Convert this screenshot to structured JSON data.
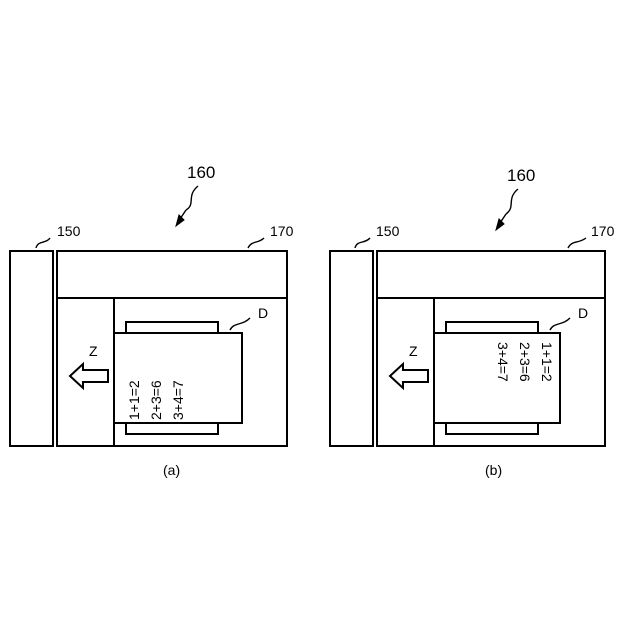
{
  "panels": [
    {
      "caption": "(a)",
      "ref_assembly": "160",
      "ref_left_block": "150",
      "ref_top_bar": "170",
      "ref_document": "D",
      "direction_label": "Z",
      "document_lines": [
        "1+1=2",
        "2+3=6",
        "3+4=7"
      ],
      "text_orientation": "rotated -90deg (reads bottom-to-top)"
    },
    {
      "caption": "(b)",
      "ref_assembly": "160",
      "ref_left_block": "150",
      "ref_top_bar": "170",
      "ref_document": "D",
      "direction_label": "Z",
      "document_lines": [
        "1+1=2",
        "2+3=6",
        "3+4=7"
      ],
      "text_orientation": "rotated 90deg (reads top-to-bottom)"
    }
  ]
}
